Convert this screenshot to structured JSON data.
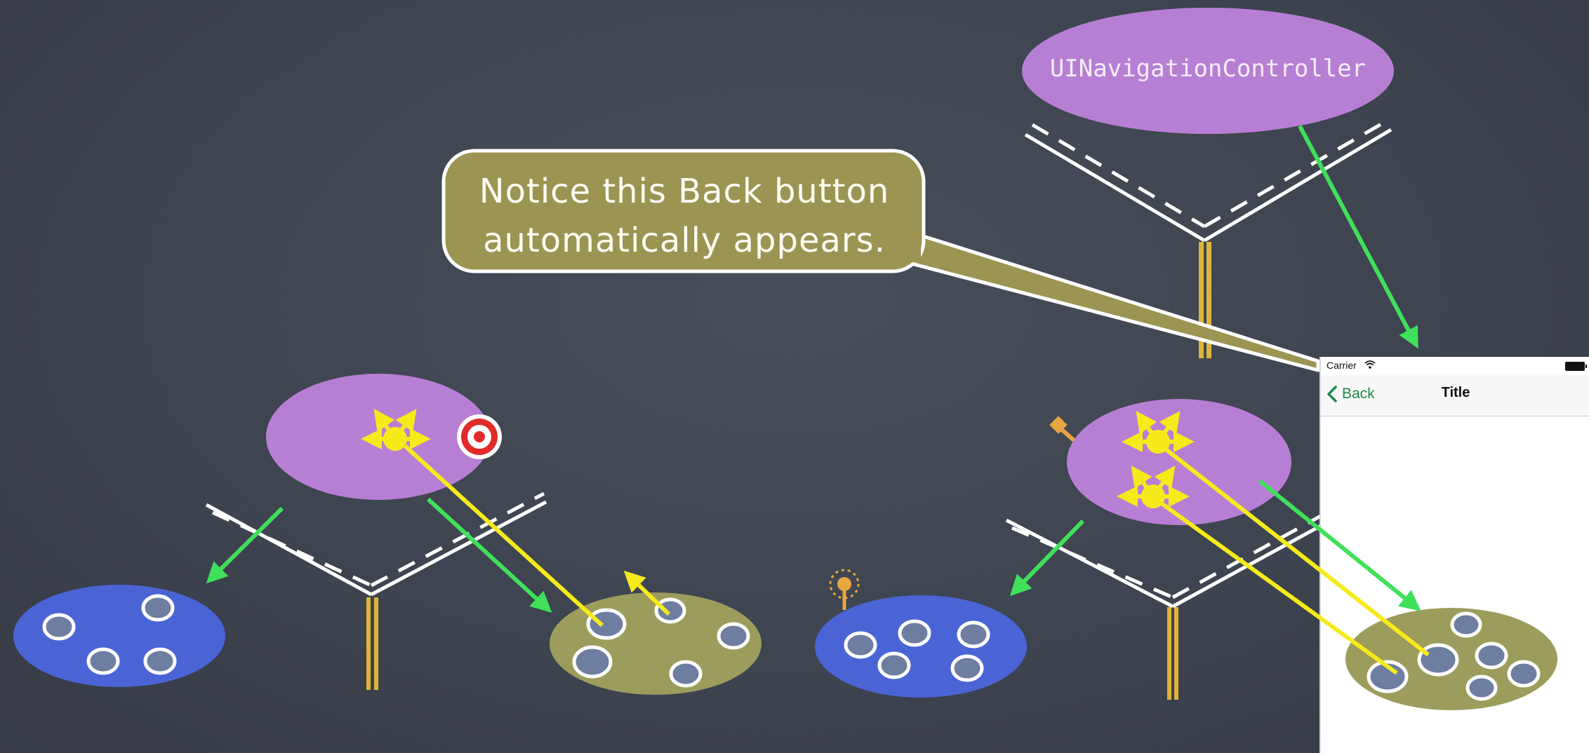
{
  "callout": {
    "line1": "Notice this Back button",
    "line2": "automatically appears."
  },
  "navigation_controller": {
    "label": "UINavigationController"
  },
  "phone": {
    "carrier": "Carrier",
    "back_label": "Back",
    "title": "Title"
  },
  "colors": {
    "background": "#3e4450",
    "controller_purple": "#b77fd4",
    "view_blue": "#4a64d6",
    "model_olive": "#9c9c5c",
    "callout_fill": "#9c9453",
    "segue_green": "#3fe05a",
    "action_yellow": "#f6ea1b",
    "pole_gold": "#e0b43a",
    "back_green": "#1e8a4a"
  },
  "icons": [
    "target-icon",
    "action-arrows-icon",
    "wifi-icon",
    "battery-icon",
    "chevron-left-icon",
    "antenna-icon",
    "key-icon"
  ]
}
